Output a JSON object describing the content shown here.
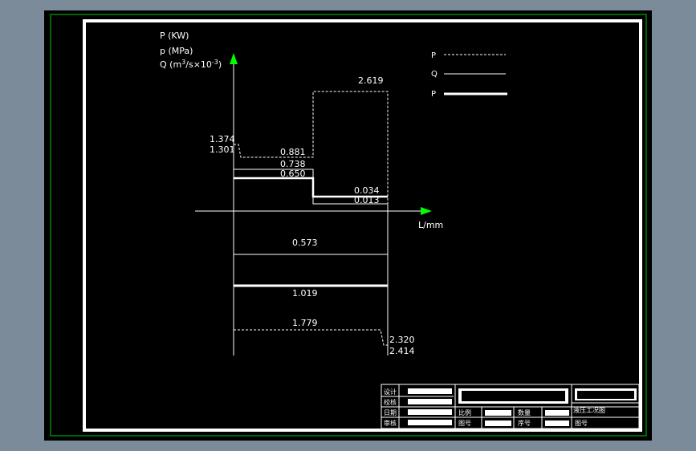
{
  "axes": {
    "y_labels": [
      "P (KW)",
      "p (MPa)"
    ],
    "q_label_prefix": "Q (m",
    "q_label_sup1": "3",
    "q_label_mid": "/s×10",
    "q_label_sup2": "-3",
    "q_label_suffix": ")",
    "x_label": "L/mm"
  },
  "legend": [
    {
      "key": "P",
      "style": "dashed"
    },
    {
      "key": "Q",
      "style": "thin"
    },
    {
      "key": "P",
      "style": "thick"
    }
  ],
  "values": {
    "v1374": "1.374",
    "v1301": "1.301",
    "v0881": "0.881",
    "v0738": "0.738",
    "v0650": "0.650",
    "v2619": "2.619",
    "v0034": "0.034",
    "v0013": "0.013",
    "v0573": "0.573",
    "v1019": "1.019",
    "v1779": "1.779",
    "v2320": "2.320",
    "v2414": "2.414"
  },
  "title_block": {
    "left_labels": [
      "设计",
      "校核",
      "日期",
      "审核"
    ],
    "mid_labels": [
      "比例",
      "图号"
    ],
    "mid2_labels": [
      "数量",
      "序号"
    ],
    "drawing_title": "液压工况图",
    "right_label": "图号"
  },
  "colors": {
    "canvas": "#000000",
    "outer_bg": "#7b8b9a",
    "green_border": "#00c800",
    "lines": "#ffffff",
    "arrow": "#00ff00"
  }
}
